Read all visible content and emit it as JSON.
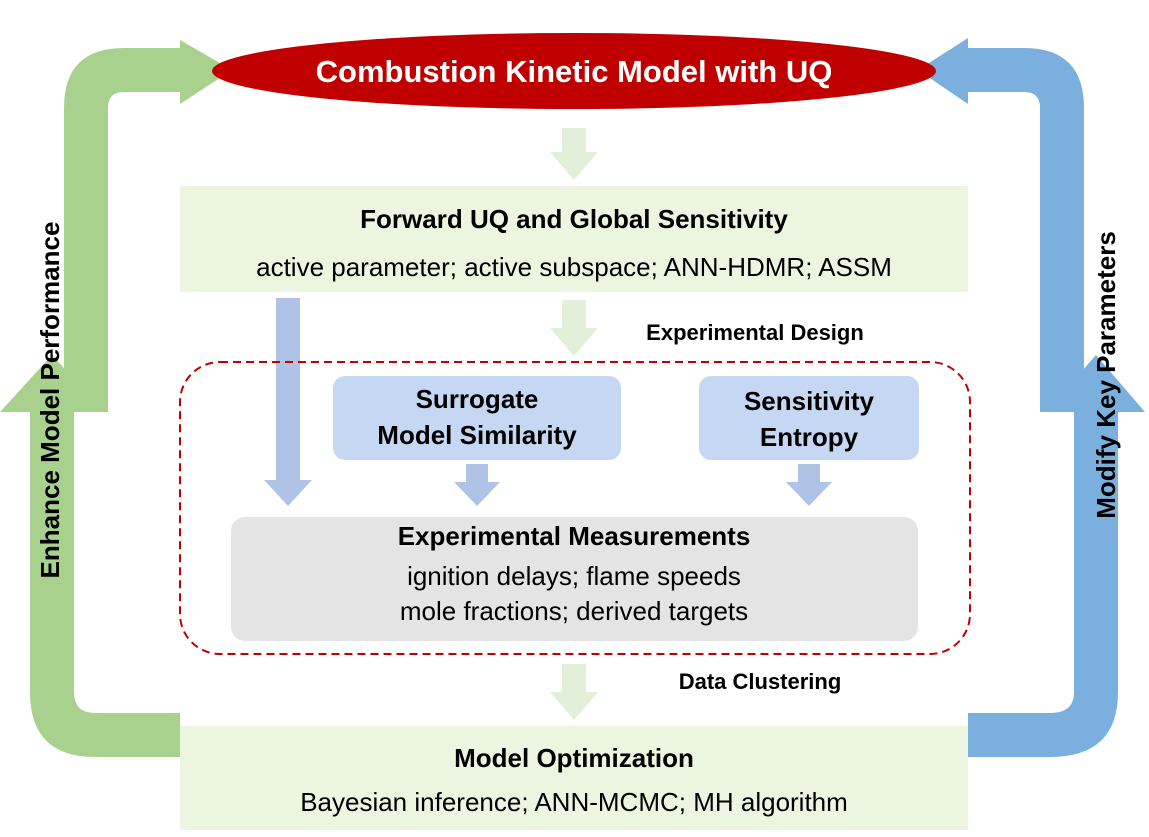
{
  "colors": {
    "top_ellipse": "#c00000",
    "panel_green": "#ebf5df",
    "panel_blue": "#c5d7f3",
    "panel_gray": "#e4e4e4",
    "down_arrow_green": "#e2efd9",
    "down_arrow_blue": "#afc3e6",
    "loop_green": "#a9d18e",
    "loop_blue": "#7bb0de",
    "dashed_border": "#c00000"
  },
  "top_node": {
    "title": "Combustion Kinetic Model with UQ"
  },
  "forward_uq": {
    "title": "Forward UQ and Global Sensitivity",
    "subtitle": "active parameter; active subspace; ANN-HDMR; ASSM"
  },
  "labels": {
    "experimental_design": "Experimental Design",
    "data_clustering": "Data Clustering"
  },
  "surrogate": {
    "line1": "Surrogate",
    "line2": "Model Similarity"
  },
  "sensitivity": {
    "line1": "Sensitivity",
    "line2": "Entropy"
  },
  "measurements": {
    "title": "Experimental Measurements",
    "line1": "ignition delays; flame speeds",
    "line2": "mole fractions; derived targets"
  },
  "optimization": {
    "title": "Model Optimization",
    "subtitle": "Bayesian inference; ANN-MCMC; MH algorithm"
  },
  "left_loop": {
    "label": "Enhance Model Performance"
  },
  "right_loop": {
    "label": "Modify Key Parameters"
  }
}
